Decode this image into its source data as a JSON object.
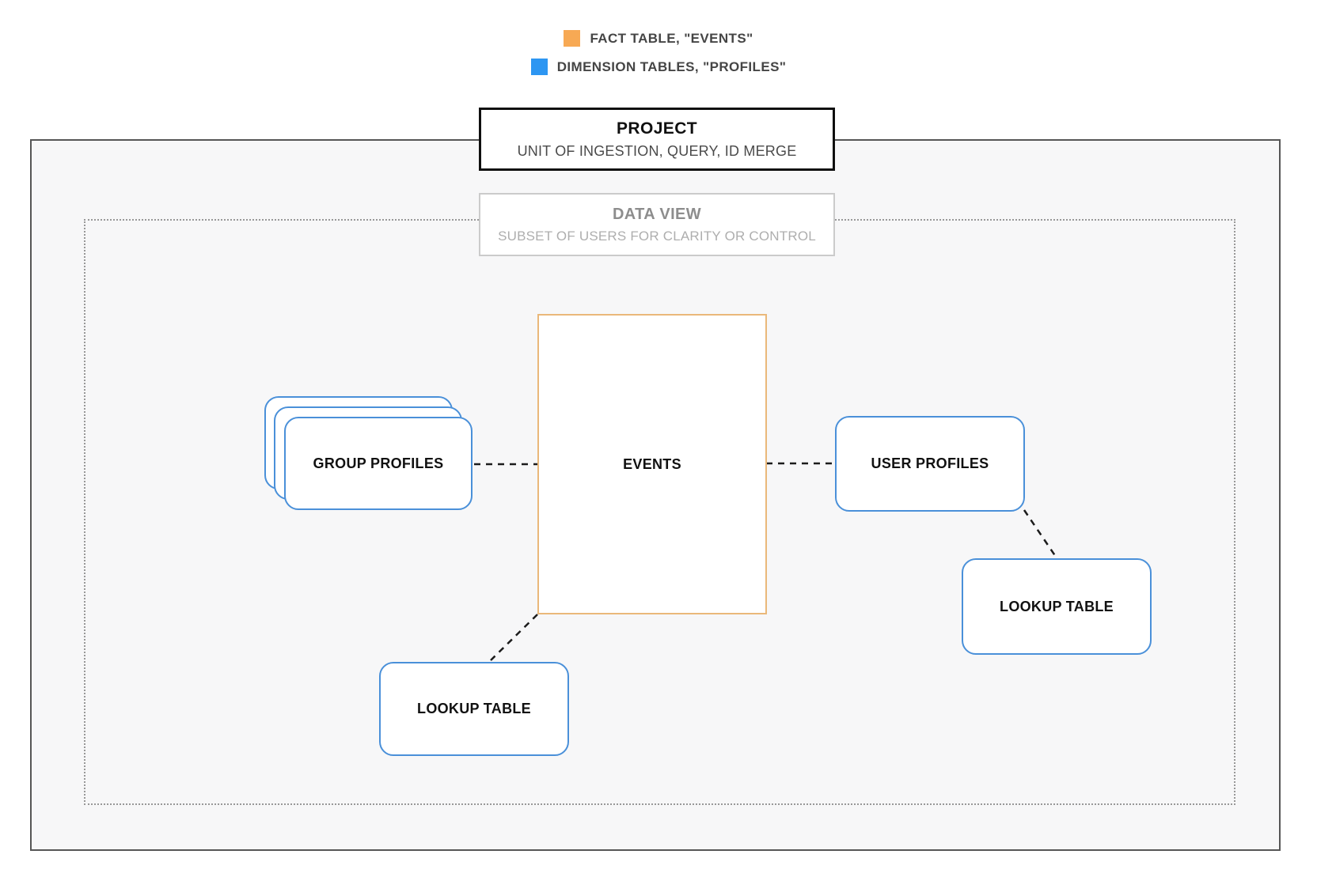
{
  "legend": {
    "items": [
      {
        "id": "fact",
        "label": "FACT TABLE, \"EVENTS\"",
        "color": "#f7a954"
      },
      {
        "id": "dimension",
        "label": "DIMENSION TABLES, \"PROFILES\"",
        "color": "#2d96f2"
      }
    ]
  },
  "project_box": {
    "title": "PROJECT",
    "subtitle": "UNIT OF INGESTION, QUERY, ID MERGE"
  },
  "data_view_box": {
    "title": "DATA VIEW",
    "subtitle": "SUBSET OF USERS FOR CLARITY OR CONTROL"
  },
  "nodes": {
    "events": {
      "label": "EVENTS",
      "type": "fact"
    },
    "group_profiles": {
      "label": "GROUP PROFILES",
      "type": "dimension"
    },
    "user_profiles": {
      "label": "USER PROFILES",
      "type": "dimension"
    },
    "lookup_table_right": {
      "label": "LOOKUP TABLE",
      "type": "dimension"
    },
    "lookup_table_bottom": {
      "label": "LOOKUP TABLE",
      "type": "dimension"
    }
  },
  "connections": [
    {
      "from": "group_profiles",
      "to": "events",
      "style": "dashed"
    },
    {
      "from": "events",
      "to": "user_profiles",
      "style": "dashed"
    },
    {
      "from": "user_profiles",
      "to": "lookup_table_right",
      "style": "dashed"
    },
    {
      "from": "events",
      "to": "lookup_table_bottom",
      "style": "dashed"
    }
  ],
  "colors": {
    "fact_border": "#eab87a",
    "dimension_border": "#4a90d9",
    "fact_swatch": "#f7a954",
    "dimension_swatch": "#2d96f2",
    "connector": "#1c1c1c"
  }
}
